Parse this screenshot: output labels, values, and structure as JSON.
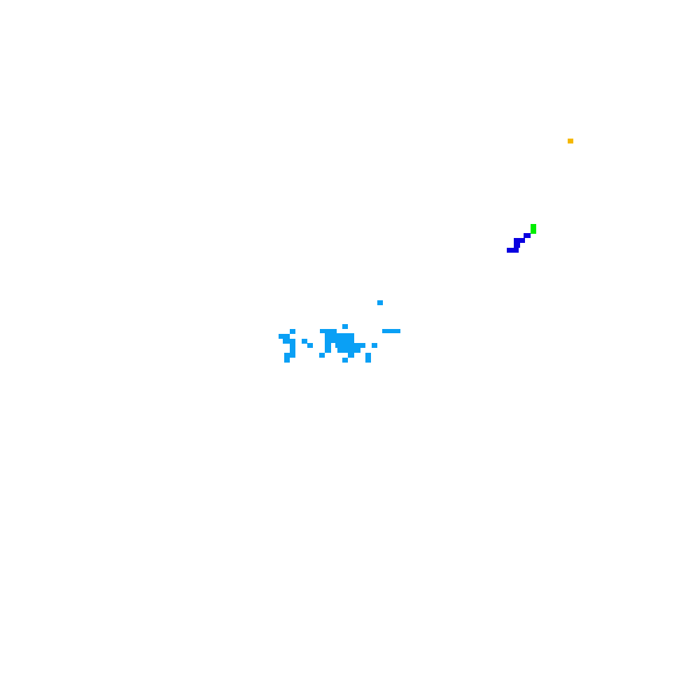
{
  "background": "#ffffff",
  "clusters": [
    {
      "name": "yellow",
      "color": "#f5b800"
    },
    {
      "name": "green",
      "color": "#00ee00"
    },
    {
      "name": "blue",
      "color": "#0a00e0"
    },
    {
      "name": "cyan",
      "color": "#0aa0f5"
    }
  ]
}
